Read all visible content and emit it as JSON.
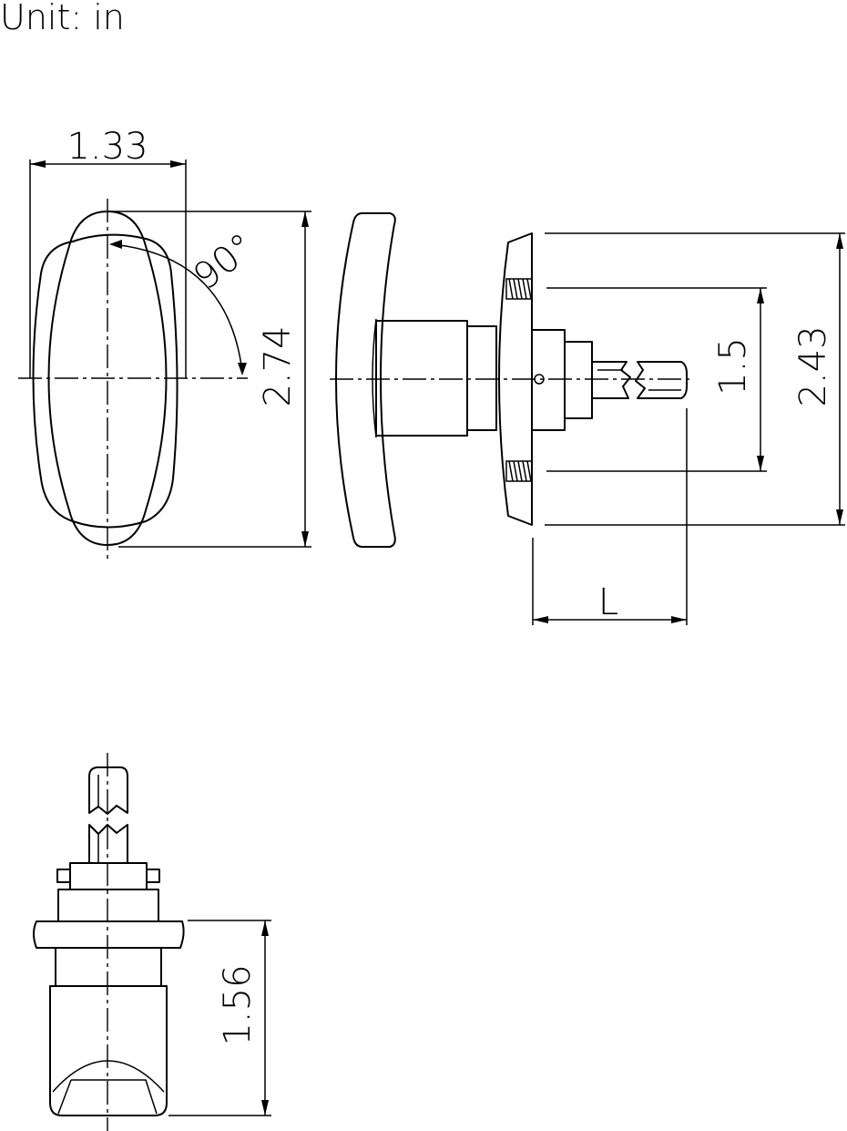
{
  "unit_label": "Unit:  in",
  "dimensions": {
    "front_width": "1.33",
    "front_height": "2.74",
    "rotation_angle": "90°",
    "mount_hole_spacing": "1.5",
    "plate_height": "2.43",
    "shaft_length": "L",
    "bottom_height": "1.56"
  }
}
